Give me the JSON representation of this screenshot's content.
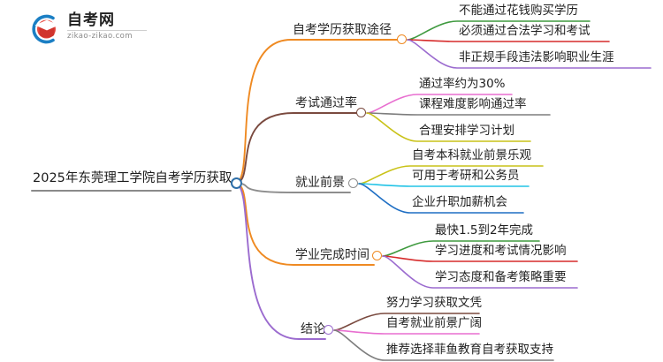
{
  "logo": {
    "name_cn": "自考网",
    "domain": "zikao-zikao.com",
    "mark_icon": "graduation-cap-icon",
    "ring_color": "#1b7fc4",
    "cap_color": "#d63b3b"
  },
  "mindmap": {
    "root": {
      "label": "2025年东莞理工学院自考学历获取",
      "line_color": "#8a8a8a",
      "dot_color": "#2f6fa8"
    },
    "branches": [
      {
        "label": "自考学历获取途径",
        "line_color": "#ef8a22",
        "dot_color": "#ef8a22",
        "children": [
          {
            "label": "不能通过花钱购买学历",
            "line_color": "#3f9a3f"
          },
          {
            "label": "必须通过合法学习和考试",
            "line_color": "#d62b2b"
          },
          {
            "label": "非正规手段违法影响职业生涯",
            "line_color": "#9b6bcf"
          }
        ]
      },
      {
        "label": "考试通过率",
        "line_color": "#7a4a3f",
        "dot_color": "#7a4a3f",
        "children": [
          {
            "label": "通过率约为30%",
            "line_color": "#e86fd0"
          },
          {
            "label": "课程难度影响通过率",
            "line_color": "#7d7d7d"
          },
          {
            "label": "合理安排学习计划",
            "line_color": "#c9c218"
          }
        ]
      },
      {
        "label": "就业前景",
        "line_color": "#8d8d8d",
        "dot_color": "#8d8d8d",
        "children": [
          {
            "label": "自考本科就业前景乐观",
            "line_color": "#c9c218"
          },
          {
            "label": "可用于考研和公务员",
            "line_color": "#22c3e6"
          },
          {
            "label": "企业升职加薪机会",
            "line_color": "#1f6fc4"
          }
        ]
      },
      {
        "label": "学业完成时间",
        "line_color": "#ef8a22",
        "dot_color": "#ef8a22",
        "children": [
          {
            "label": "最快1.5到2年完成",
            "line_color": "#3f9a3f"
          },
          {
            "label": "学习进度和考试情况影响",
            "line_color": "#d62b2b"
          },
          {
            "label": "学习态度和备考策略重要",
            "line_color": "#9b6bcf"
          }
        ]
      },
      {
        "label": "结论",
        "line_color": "#9b6bcf",
        "dot_color": "#9b6bcf",
        "children": [
          {
            "label": "努力学习获取文凭",
            "line_color": "#7a4a3f"
          },
          {
            "label": "自考就业前景广阔",
            "line_color": "#e86fd0"
          },
          {
            "label": "推荐选择菲鱼教育自考获取支持",
            "line_color": "#7d7d7d"
          }
        ]
      }
    ]
  }
}
